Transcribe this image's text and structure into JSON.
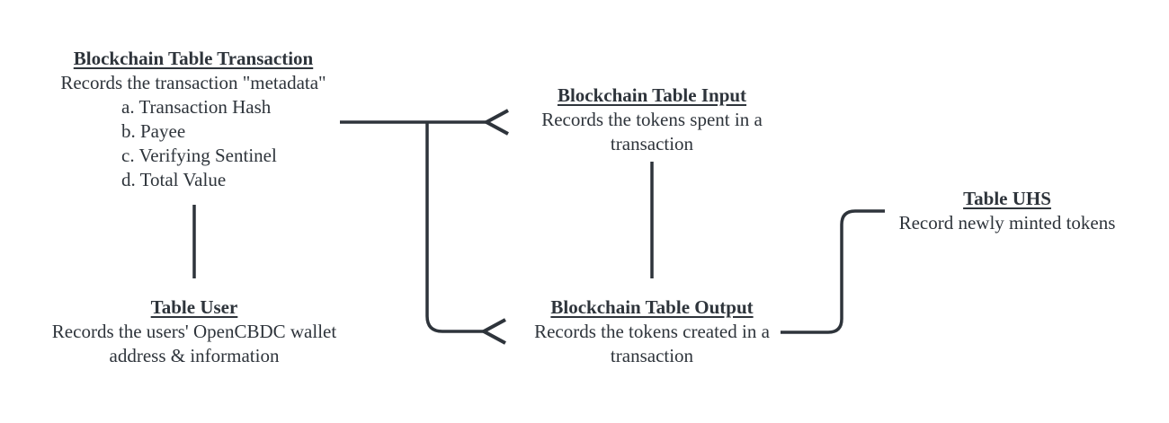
{
  "colors": {
    "text": "#2e343b",
    "line": "#2e343b",
    "background": "#ffffff"
  },
  "blocks": {
    "transaction": {
      "title": "Blockchain Table Transaction",
      "description": "Records the transaction \"metadata\"",
      "items": [
        "a. Transaction Hash",
        "b. Payee",
        "c. Verifying Sentinel",
        "d. Total Value"
      ]
    },
    "input": {
      "title": "Blockchain Table Input",
      "description": "Records the tokens spent in a transaction"
    },
    "uhs": {
      "title": "Table UHS",
      "description": "Record newly minted tokens"
    },
    "user": {
      "title": "Table User",
      "description": "Records the users' OpenCBDC wallet address & information"
    },
    "output": {
      "title": "Blockchain Table Output",
      "description": "Records the tokens created in a transaction"
    }
  },
  "connectors": [
    {
      "from": "blockchain-table-transaction",
      "to": "blockchain-table-input",
      "marker": "open-arrowhead-at-input"
    },
    {
      "from": "blockchain-table-transaction",
      "to": "blockchain-table-output",
      "marker": "open-arrowhead-at-output"
    },
    {
      "from": "blockchain-table-transaction",
      "to": "table-user",
      "marker": "none"
    },
    {
      "from": "blockchain-table-input",
      "to": "blockchain-table-output",
      "marker": "none"
    },
    {
      "from": "table-uhs",
      "to": "blockchain-table-output",
      "marker": "none"
    }
  ]
}
